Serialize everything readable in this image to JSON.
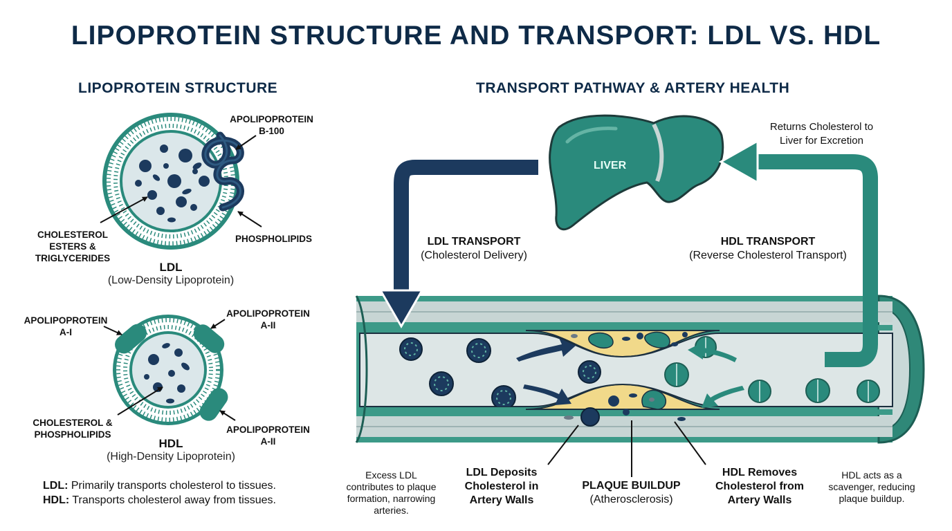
{
  "title": "LIPOPROTEIN STRUCTURE AND TRANSPORT: LDL VS. HDL",
  "left": {
    "heading": "LIPOPROTEIN STRUCTURE",
    "ldl": {
      "apo_label": "APOLIPOPROTEIN\nB-100",
      "core_label": "CHOLESTEROL\nESTERS &\nTRIGLYCERIDES",
      "phospho_label": "PHOSPHOLIPIDS",
      "name": "LDL",
      "full_name": "(Low-Density Lipoprotein)"
    },
    "hdl": {
      "apo_a1_label": "APOLIPOPROTEIN\nA-I",
      "apo_a2_top_label": "APOLIPOPROTEIN\nA-II",
      "apo_a2_bottom_label": "APOLIPOPROTEIN\nA-II",
      "core_label": "CHOLESTEROL &\nPHOSPHOLIPIDS",
      "name": "HDL",
      "full_name": "(High-Density Lipoprotein)"
    },
    "summary": {
      "ldl_key": "LDL:",
      "ldl_text": " Primarily transports cholesterol to tissues.",
      "hdl_key": "HDL:",
      "hdl_text": " Transports cholesterol away from tissues."
    }
  },
  "right": {
    "heading": "TRANSPORT PATHWAY & ARTERY HEALTH",
    "liver_label": "LIVER",
    "returns_label": "Returns Cholesterol to\nLiver for Excretion",
    "ldl_transport_title": "LDL TRANSPORT",
    "ldl_transport_sub": "(Cholesterol Delivery)",
    "hdl_transport_title": "HDL TRANSPORT",
    "hdl_transport_sub": "(Reverse Cholesterol Transport)",
    "excess_ldl_note": "Excess LDL\ncontributes to plaque\nformation, narrowing\narteries.",
    "ldl_deposits": "LDL Deposits\nCholesterol in\nArtery Walls",
    "plaque_title": "PLAQUE BUILDUP",
    "plaque_sub": "(Atherosclerosis)",
    "hdl_removes": "HDL Removes\nCholesterol from\nArtery Walls",
    "hdl_scavenger_note": "HDL acts as a\nscavenger, reducing\nplaque buildup."
  },
  "colors": {
    "navy": "#1c3a5e",
    "teal": "#2a9080",
    "plaque": "#f1d98a",
    "lumen": "#dde6e6"
  }
}
